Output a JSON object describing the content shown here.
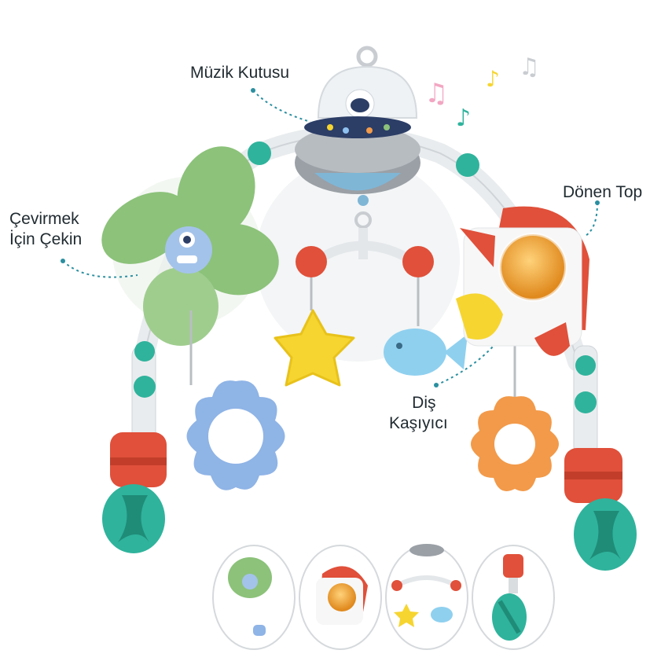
{
  "labels": {
    "music_box": "Müzik Kutusu",
    "pull_to_spin_line1": "Çevirmek",
    "pull_to_spin_line2": "İçin Çekin",
    "spinning_ball": "Dönen Top",
    "teether_line1": "Diş",
    "teether_line2": "Kaşıyıcı"
  },
  "colors": {
    "green": "#8cc27a",
    "teal": "#2fb39c",
    "red": "#e0503a",
    "blue": "#8fb4e6",
    "yellow": "#f6d530",
    "orange": "#f29a4a",
    "gray": "#9aa0a6",
    "dotted_line": "#2a8fa0"
  },
  "icons": [
    "music-note-icon",
    "astronaut-icon",
    "ufo-icon",
    "rocket-icon",
    "star-icon",
    "fish-icon",
    "flower-teether-icon",
    "pinwheel-icon"
  ]
}
